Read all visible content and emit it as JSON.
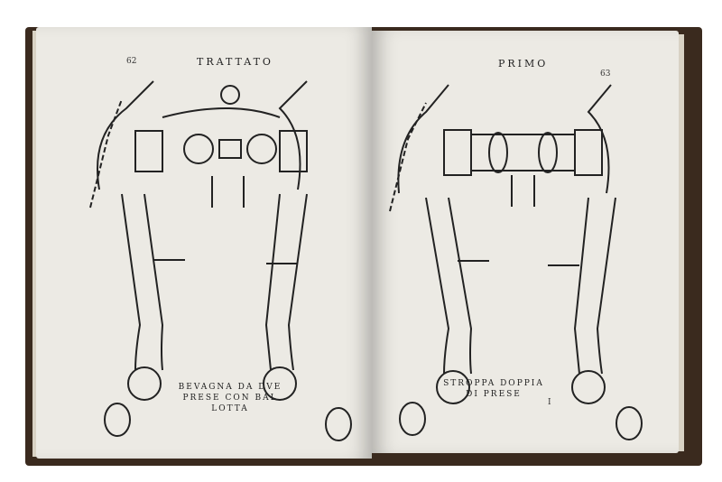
{
  "left_page": {
    "page_number": "62",
    "running_head": "TRATTATO",
    "caption_lines": [
      "BEVAGNA DA DVE",
      "PRESE CON BAL",
      "LOTTA"
    ]
  },
  "right_page": {
    "page_number": "63",
    "running_head": "PRIMO",
    "caption_lines": [
      "STROPPA DOPPIA",
      "DI PRESE"
    ],
    "signature_mark": "I"
  }
}
